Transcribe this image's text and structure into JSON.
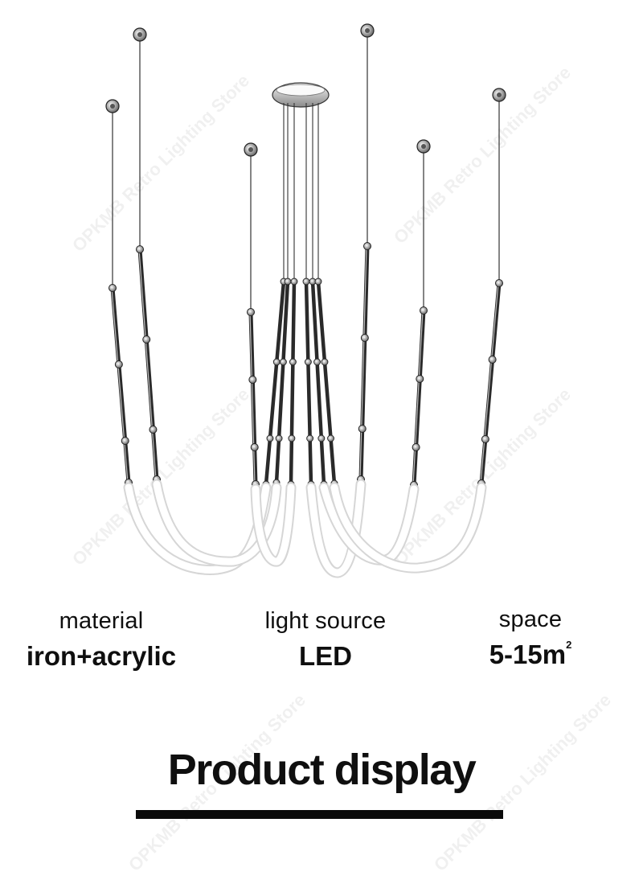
{
  "watermark": {
    "text": "OPKMB Retro Lighting Store"
  },
  "specs": [
    {
      "label": "material",
      "value": "iron+acrylic"
    },
    {
      "label": "light source",
      "value": "LED"
    },
    {
      "label": "space",
      "value": "5-15m",
      "value_sup": "2"
    }
  ],
  "section": {
    "title": "Product display"
  },
  "icons": [
    "pendant-chandelier-illustration"
  ]
}
